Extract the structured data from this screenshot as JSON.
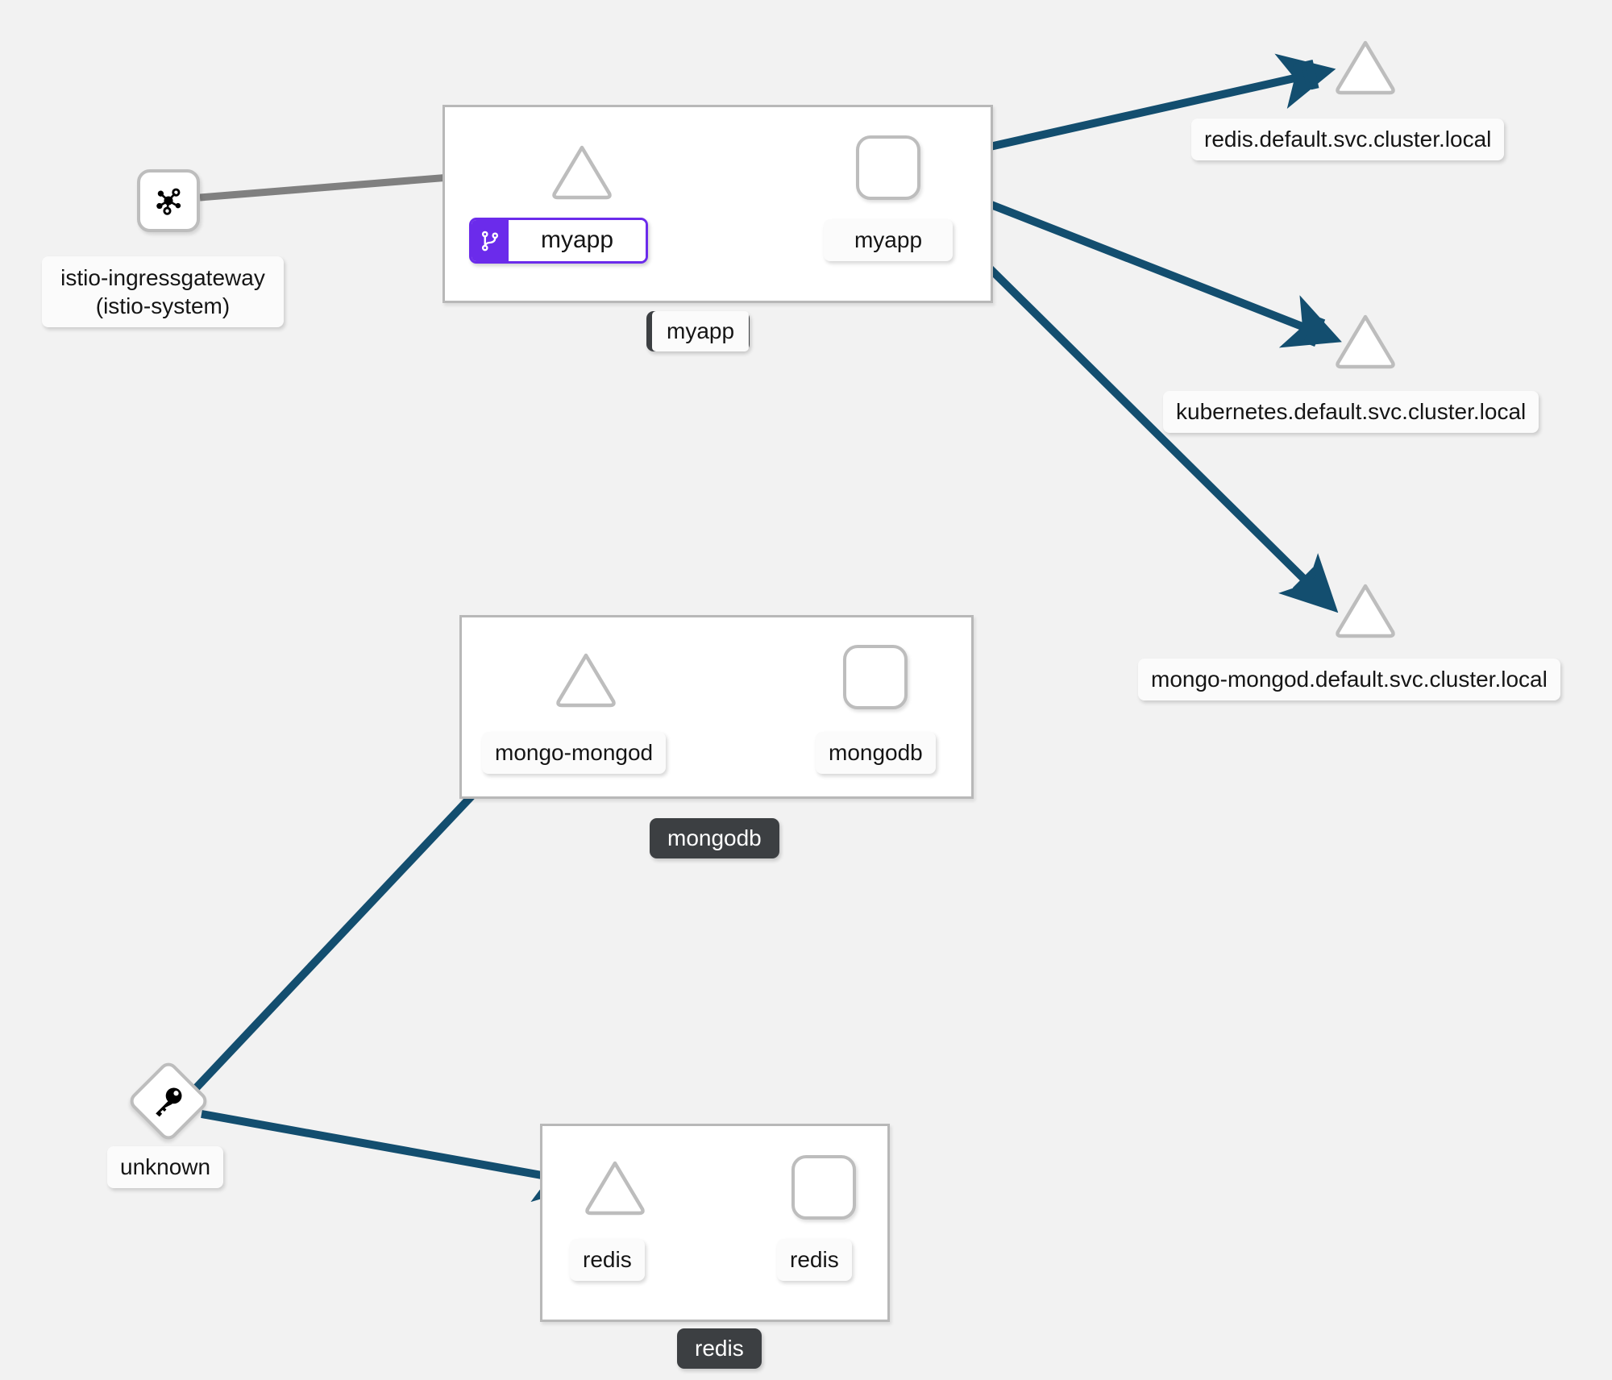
{
  "graph": {
    "title": "service-mesh-topology",
    "background_color": "#f2f2f2",
    "colors": {
      "edge_secure": "#134e6f",
      "edge_plain": "#808080",
      "node_border": "#bdbdbd",
      "badge_purple": "#6b2beb",
      "namespace_pill": "#3c3f42",
      "group_border": "#b8b8b8"
    }
  },
  "namespaces": [
    {
      "id": "ns-myapp",
      "label": "myapp",
      "style": "light"
    },
    {
      "id": "ns-mongodb",
      "label": "mongodb",
      "style": "dark"
    },
    {
      "id": "ns-redis",
      "label": "redis",
      "style": "dark"
    }
  ],
  "nodes": {
    "ingressgateway": {
      "label_line1": "istio-ingressgateway",
      "label_line2": "(istio-system)",
      "shape": "rounded-square",
      "icon": "istio-mesh-icon"
    },
    "myapp_service": {
      "label": "myapp",
      "shape": "triangle",
      "badge_icon": "git-branch-icon",
      "namespace": "myapp"
    },
    "myapp_app": {
      "label": "myapp",
      "shape": "rounded-square",
      "namespace": "myapp"
    },
    "redis_external": {
      "label": "redis.default.svc.cluster.local",
      "shape": "triangle"
    },
    "kubernetes_external": {
      "label": "kubernetes.default.svc.cluster.local",
      "shape": "triangle"
    },
    "mongo_external": {
      "label": "mongo-mongod.default.svc.cluster.local",
      "shape": "triangle"
    },
    "mongo_mongod_service": {
      "label": "mongo-mongod",
      "shape": "triangle",
      "namespace": "mongodb"
    },
    "mongodb_app": {
      "label": "mongodb",
      "shape": "rounded-square",
      "namespace": "mongodb"
    },
    "unknown": {
      "label": "unknown",
      "shape": "diamond",
      "icon": "key-icon"
    },
    "redis_service": {
      "label": "redis",
      "shape": "triangle",
      "namespace": "redis"
    },
    "redis_app": {
      "label": "redis",
      "shape": "rounded-square",
      "namespace": "redis"
    }
  },
  "edges": [
    {
      "from": "ingressgateway",
      "to": "myapp_service",
      "secure": false
    },
    {
      "from": "myapp_service",
      "to": "myapp_app",
      "secure": false
    },
    {
      "from": "myapp_app",
      "to": "redis_external",
      "secure": true
    },
    {
      "from": "myapp_app",
      "to": "kubernetes_external",
      "secure": true
    },
    {
      "from": "myapp_app",
      "to": "mongo_external",
      "secure": true
    },
    {
      "from": "mongo_mongod_service",
      "to": "mongodb_app",
      "secure": true
    },
    {
      "from": "unknown",
      "to": "mongo_mongod_service",
      "secure": false
    },
    {
      "from": "unknown",
      "to": "redis_service",
      "secure": true
    },
    {
      "from": "redis_service",
      "to": "redis_app",
      "secure": true
    }
  ]
}
